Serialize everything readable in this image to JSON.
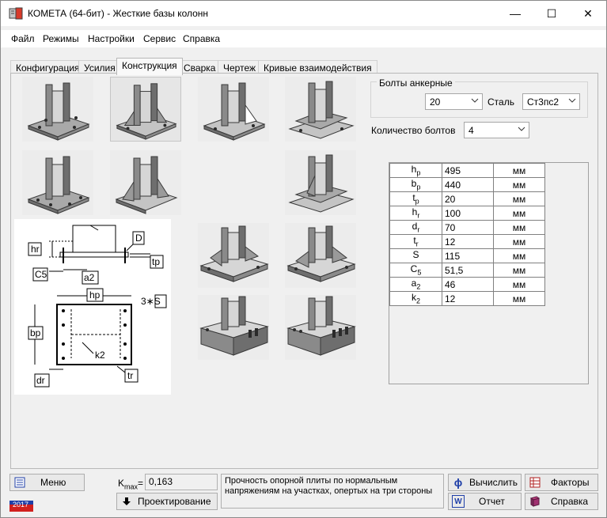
{
  "window": {
    "title": "КОМЕТА (64-бит) - Жесткие базы колонн",
    "minimize_glyph": "—",
    "maximize_glyph": "☐",
    "close_glyph": "✕"
  },
  "menu": [
    "Файл",
    "Режимы",
    "Настройки",
    "Сервис",
    "Справка"
  ],
  "tabs": [
    "Конфигурация",
    "Усилия",
    "Конструкция",
    "Сварка",
    "Чертеж",
    "Кривые взаимодействия"
  ],
  "active_tab": "Конструкция",
  "anchor_bolts": {
    "group_label": "Болты анкерные",
    "diameter": "20",
    "steel_label": "Сталь",
    "steel": "Ст3пс2",
    "count_label": "Количество болтов",
    "count": "4"
  },
  "drawing_labels": {
    "hr": "hr",
    "D": "D",
    "tp": "tp",
    "C5": "C5",
    "a2": "a2",
    "hp": "hp",
    "weld": "3∗S",
    "bp": "bp",
    "k2": "k2",
    "dr": "dr",
    "tr": "tr"
  },
  "params": [
    {
      "name": "h",
      "sub": "p",
      "value": "495",
      "unit": "мм"
    },
    {
      "name": "b",
      "sub": "p",
      "value": "440",
      "unit": "мм"
    },
    {
      "name": "t",
      "sub": "p",
      "value": "20",
      "unit": "мм"
    },
    {
      "name": "h",
      "sub": "r",
      "value": "100",
      "unit": "мм"
    },
    {
      "name": "d",
      "sub": "r",
      "value": "70",
      "unit": "мм"
    },
    {
      "name": "t",
      "sub": "r",
      "value": "12",
      "unit": "мм"
    },
    {
      "name": "S",
      "sub": "",
      "value": "115",
      "unit": "мм"
    },
    {
      "name": "C",
      "sub": "5",
      "value": "51,5",
      "unit": "мм"
    },
    {
      "name": "a",
      "sub": "2",
      "value": "46",
      "unit": "мм"
    },
    {
      "name": "k",
      "sub": "2",
      "value": "12",
      "unit": "мм"
    }
  ],
  "bottom": {
    "menu_button": "Меню",
    "kmax_label": "K",
    "kmax_sub": "max",
    "kmax_eq": "=",
    "kmax_value": "0,163",
    "design_button": "Проектирование",
    "status": "Прочность опорной плиты по нормальным напряжениям на участках, опертых на три стороны",
    "calc_button": "Вычислить",
    "report_button": "Отчет",
    "factors_button": "Факторы",
    "help_button": "Справка",
    "year": "2017"
  },
  "colors": {
    "window_bg": "#f0f0f0",
    "steel_dark": "#6e6e6e",
    "steel_mid": "#a9a9a9",
    "steel_light": "#d6d6d6",
    "flag_blue": "#1f3fa8",
    "flag_red": "#d0201e"
  }
}
